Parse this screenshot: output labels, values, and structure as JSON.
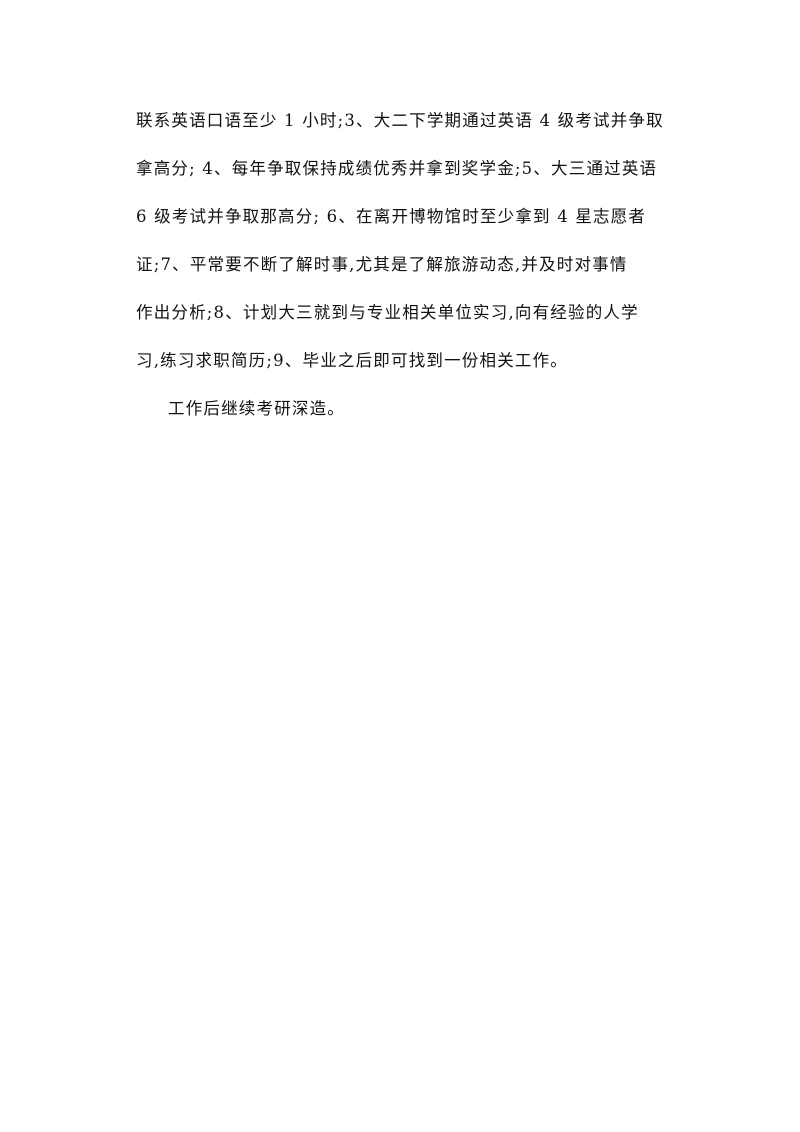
{
  "document": {
    "lines": [
      "联系英语口语至少 1 小时;3、大二下学期通过英语 4 级考试并争取",
      "拿高分; 4、每年争取保持成绩优秀并拿到奖学金;5、大三通过英语",
      "6 级考试并争取那高分; 6、在离开博物馆时至少拿到 4 星志愿者",
      "证;7、平常要不断了解时事,尤其是了解旅游动态,并及时对事情",
      "作出分析;8、计划大三就到与专业相关单位实习,向有经验的人学",
      "习,练习求职简历;9、毕业之后即可找到一份相关工作。"
    ],
    "final_paragraph": "工作后继续考研深造。"
  }
}
